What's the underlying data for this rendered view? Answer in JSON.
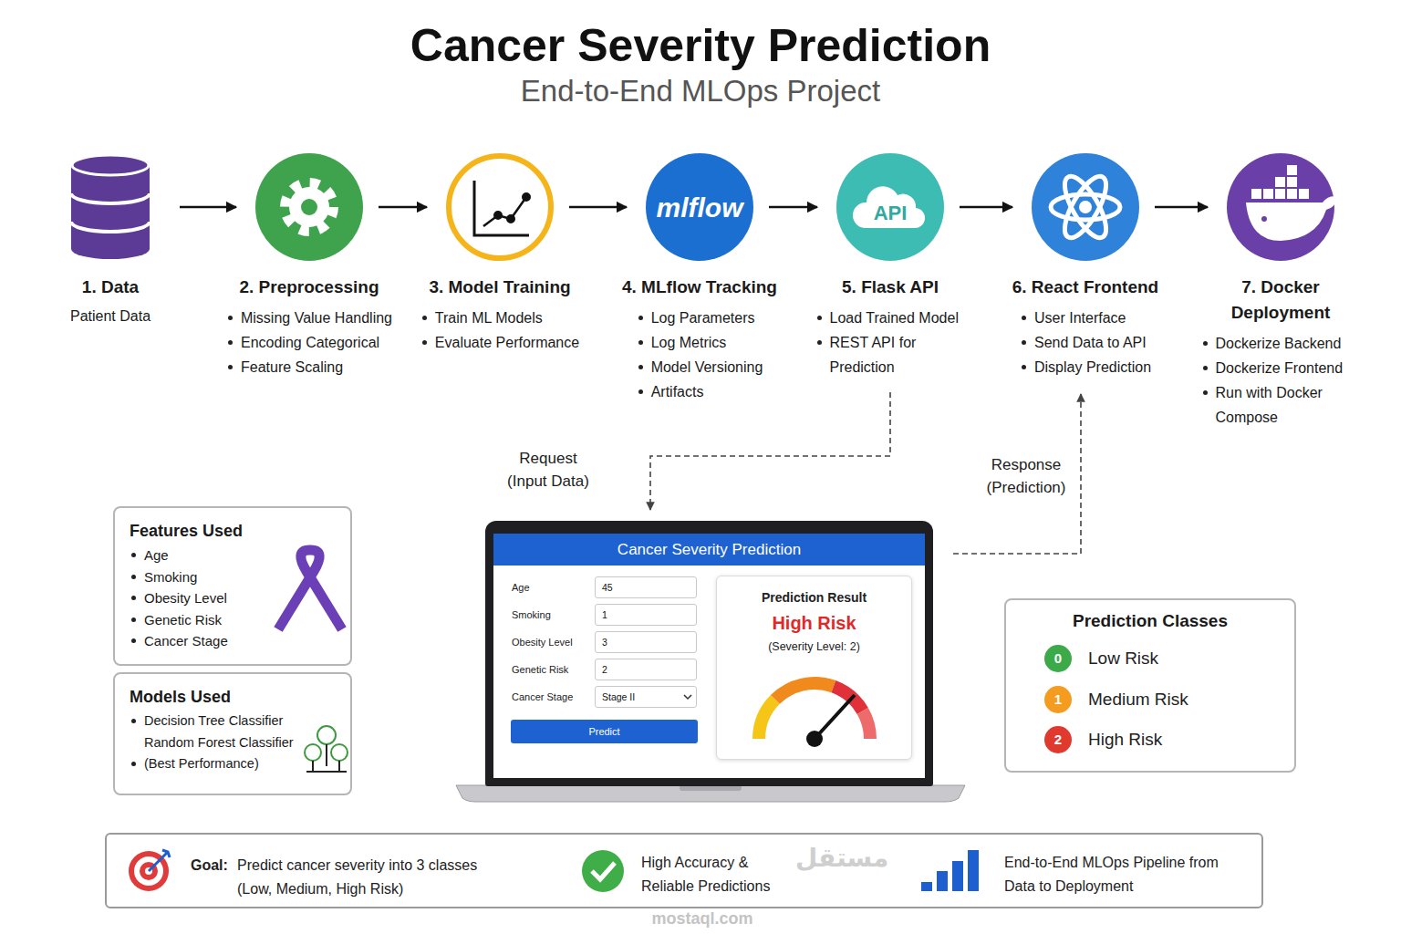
{
  "diagram": {
    "title": "Cancer Severity Prediction",
    "nodes": [
      {
        "text": [
          "1. Data",
          "Patient Data"
        ]
      },
      {
        "text": [
          "2. Preprocessing",
          "Missing Value Handling",
          "Encoding Categorical",
          "Feature Scaling"
        ]
      },
      {
        "text": [
          "3. Model Training",
          "Train ML Models",
          "Evaluate Performance"
        ]
      },
      {
        "text": [
          "4. MLflow Tracking",
          "Log Parameters",
          "Log Metrics",
          "Model Versioning",
          "Artifacts"
        ]
      },
      {
        "text": [
          "5. Flask API",
          "Load Trained Model",
          "REST API for Prediction"
        ]
      },
      {
        "text": [
          "6. React Frontend",
          "User Interface",
          "Send Data to API",
          "Display Prediction"
        ]
      },
      {
        "text": [
          "7. Docker Deployment",
          "Dockerize Backend",
          "Dockerize Frontend",
          "Run with Docker Compose"
        ]
      },
      {
        "text": [
          "Features Used",
          "Age",
          "Smoking",
          "Obesity Level",
          "Genetic Risk",
          "Cancer Stage"
        ]
      },
      {
        "text": [
          "Models Used",
          "Decision Tree Classifier",
          "Random Forest Classifier",
          "(Best Performance)"
        ]
      },
      {
        "text": [
          "Cancer Severity Prediction"
        ]
      },
      {
        "text": [
          "Age",
          "45"
        ],
        "in": 9
      },
      {
        "text": [
          "Smoking",
          "1"
        ],
        "in": 9
      },
      {
        "text": [
          "Obesity Level",
          "3"
        ],
        "in": 9
      },
      {
        "text": [
          "Genetic Risk",
          "2"
        ],
        "in": 9
      },
      {
        "text": [
          "Cancer Stage",
          "Stage II"
        ],
        "in": 9
      },
      {
        "text": [
          "Predict"
        ],
        "in": 9
      },
      {
        "text": [
          "Prediction Result",
          "High Risk",
          "(Severity Level: 2)"
        ],
        "in": 9
      },
      {
        "text": [
          "Prediction Classes"
        ]
      },
      {
        "text": [
          "0",
          "Low Risk"
        ],
        "in": 17
      },
      {
        "text": [
          "1",
          "Medium Risk"
        ],
        "in": 17
      },
      {
        "text": [
          "2",
          "High Risk"
        ],
        "in": 17
      },
      {
        "text": [
          "Goal:",
          "Predict cancer severity into 3 classes (Low, Medium, High Risk)",
          "High Accuracy & Reliable Predictions",
          "End-to-End MLOps Pipeline from Data to Deployment"
        ]
      }
    ],
    "edges": [
      {
        "from": 0,
        "to": 1,
        "arrow": "to"
      },
      {
        "from": 1,
        "to": 2,
        "arrow": "to"
      },
      {
        "from": 2,
        "to": 3,
        "arrow": "to"
      },
      {
        "from": 3,
        "to": 4,
        "arrow": "to"
      },
      {
        "from": 4,
        "to": 5,
        "arrow": "to"
      },
      {
        "from": 5,
        "to": 6,
        "arrow": "to"
      },
      {
        "from": 4,
        "to": 9,
        "label": "Request (Input Data)",
        "arrow": "to"
      },
      {
        "from": 9,
        "to": 5,
        "label": "Response (Prediction)",
        "arrow": "to"
      }
    ],
    "labels": [
      "End-to-End MLOps Project",
      "mlflow",
      "API",
      "مستقل",
      "mostaql.com"
    ]
  }
}
